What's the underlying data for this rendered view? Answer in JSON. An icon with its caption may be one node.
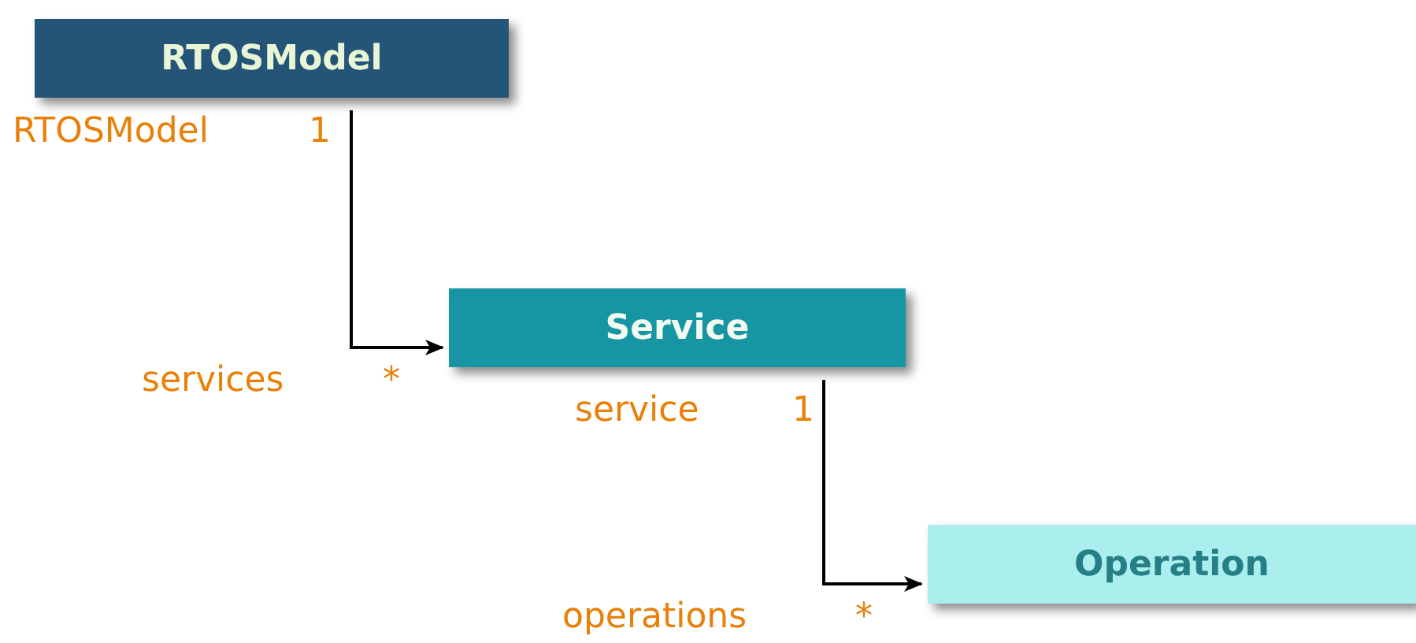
{
  "diagram": {
    "nodes": [
      {
        "text": [
          "RTOSModel"
        ]
      },
      {
        "text": [
          "Service"
        ]
      },
      {
        "text": [
          "Operation"
        ]
      }
    ],
    "edges": [
      {
        "from": 0,
        "to": 1,
        "arrow": "to"
      },
      {
        "from": 1,
        "to": 2,
        "arrow": "to"
      }
    ],
    "labels": [
      "RTOSModel",
      "1",
      "services",
      "*",
      "service",
      "1",
      "operations",
      "*"
    ]
  }
}
